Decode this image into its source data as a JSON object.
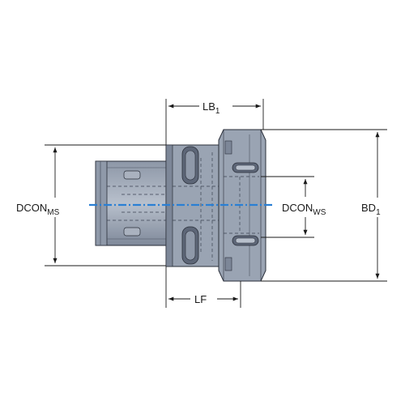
{
  "dimensions": {
    "dcon_ms": {
      "main": "DCON",
      "sub": "MS"
    },
    "dcon_ws": {
      "main": "DCON",
      "sub": "WS"
    },
    "lb1": {
      "main": "LB",
      "sub": "1"
    },
    "bd1": {
      "main": "BD",
      "sub": "1"
    },
    "lf": {
      "main": "LF"
    }
  },
  "colors": {
    "body": "#9aa4b3",
    "body_dark": "#6c7687",
    "body_light": "#c3cad5",
    "outline": "#2a2f3a",
    "centerline": "#2a7fd4",
    "dim_line": "#1a1a1a"
  }
}
